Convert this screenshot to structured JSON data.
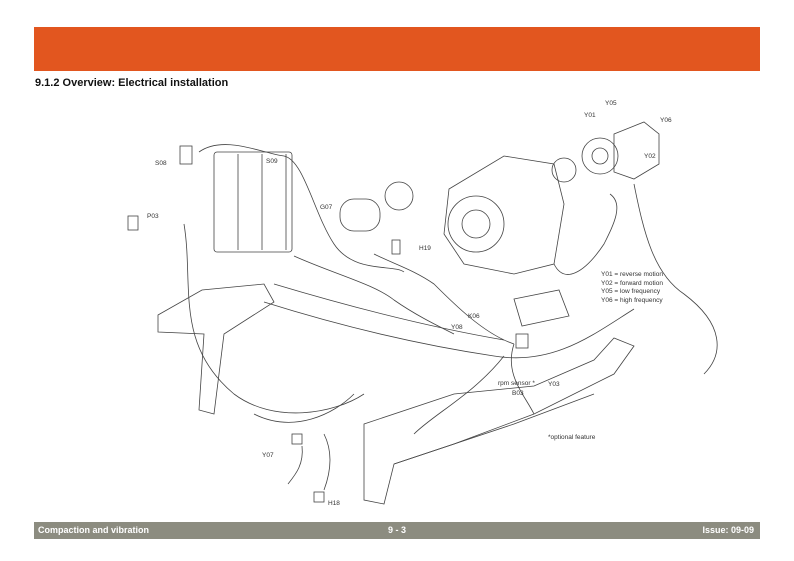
{
  "header": {
    "color": "#e2561f"
  },
  "section_title": "9.1.2 Overview: Electrical installation",
  "footer": {
    "left": "Compaction and vibration",
    "center": "9 - 3",
    "right": "Issue: 09-09",
    "color": "#8c8c80"
  },
  "legend": [
    "Y01 = reverse motion",
    "Y02 = forward motion",
    "Y05 = low frequency",
    "Y06 = high frequency"
  ],
  "labels": {
    "y05": "Y05",
    "y01": "Y01",
    "y06": "Y06",
    "y02": "Y02",
    "s08": "S08",
    "s09": "S09",
    "p03": "P03",
    "g07": "G07",
    "h19": "H19",
    "k06": "K06",
    "y08": "Y08",
    "rpm_sensor": "rpm sensor *",
    "b03": "B03",
    "y03": "Y03",
    "y07": "Y07",
    "h18": "H18"
  },
  "footnote": "*optional feature"
}
